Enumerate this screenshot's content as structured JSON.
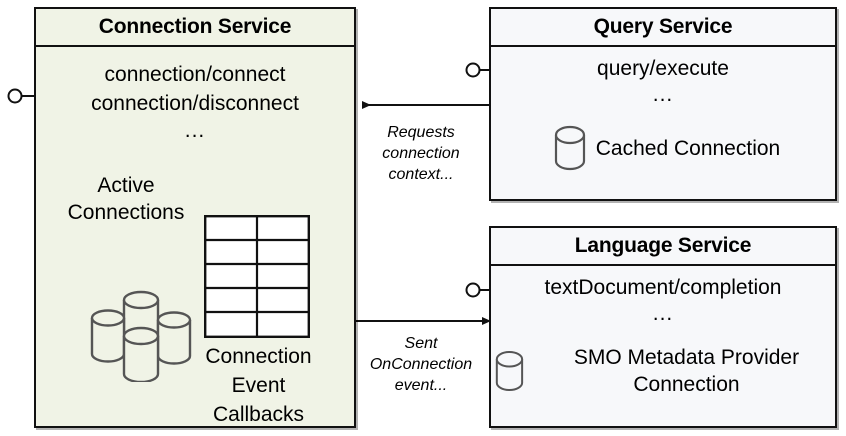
{
  "diagram": {
    "type": "component-diagram",
    "background": "#ffffff",
    "colors": {
      "connection_service_fill": "#f0f3e6",
      "service_fill": "#f7f8fa",
      "stroke": "#111111",
      "icon_stroke": "#555555"
    }
  },
  "connection_service": {
    "title": "Connection Service",
    "operations": [
      "connection/connect",
      "connection/disconnect"
    ],
    "ellipsis": "...",
    "active_connections_label": "Active\nConnections",
    "db_cluster_icon": "database-cluster-icon",
    "table_icon": "table-grid-icon",
    "table_rows": 5,
    "table_cols": 2,
    "callbacks_label": "Connection\nEvent\nCallbacks",
    "provided_interface": "lollipop-connector"
  },
  "query_service": {
    "title": "Query Service",
    "operation": "query/execute",
    "ellipsis": "...",
    "resource_icon": "database-cylinder-icon",
    "resource_label": "Cached Connection",
    "provided_interface": "lollipop-connector"
  },
  "language_service": {
    "title": "Language Service",
    "operation": "textDocument/completion",
    "ellipsis": "...",
    "resource_icon": "database-cylinder-icon",
    "resource_label": "SMO Metadata\nProvider Connection",
    "provided_interface": "lollipop-connector"
  },
  "edges": [
    {
      "id": "requests-connection-context",
      "from": "query_service",
      "to": "connection_service",
      "label": "Requests\nconnection\ncontext...",
      "direction": "left"
    },
    {
      "id": "sent-onconnection-event",
      "from": "connection_service",
      "to": "language_service",
      "label": "Sent\nOnConnection\nevent...",
      "direction": "right"
    }
  ]
}
